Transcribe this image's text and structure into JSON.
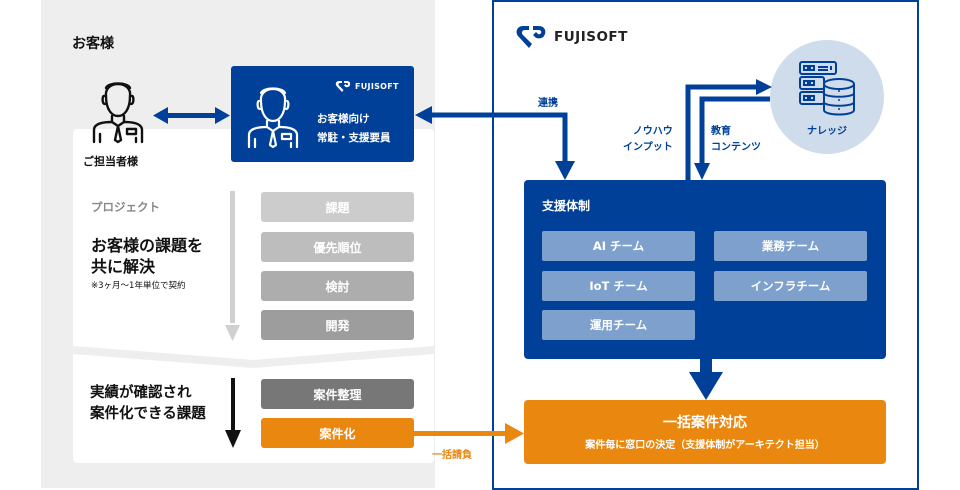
{
  "customer_panel": {
    "title": "お客様",
    "contact_person_label": "ご担当者様",
    "staff_card": {
      "logo_text": "FUJISOFT",
      "line1": "お客様向け",
      "line2": "常駐・支援要員"
    },
    "project": {
      "label": "プロジェクト",
      "heading_line1": "お客様の課題を",
      "heading_line2": "共に解決",
      "note": "※3ヶ月〜1年単位で契約",
      "steps": [
        "課題",
        "優先順位",
        "検討",
        "開発"
      ]
    },
    "result": {
      "heading_line1": "実績が確認され",
      "heading_line2": "案件化できる課題",
      "steps": [
        "案件整理",
        "案件化"
      ]
    },
    "contract_label": "一括請負"
  },
  "fujisoft_panel": {
    "logo_text": "FUJISOFT",
    "link_label": "連携",
    "knowhow_line1": "ノウハウ",
    "knowhow_line2": "インプット",
    "edu_line1": "教育",
    "edu_line2": "コンテンツ",
    "knowledge_label": "ナレッジ",
    "support": {
      "title": "支援体制",
      "teams": [
        "AI チーム",
        "業務チーム",
        "IoT チーム",
        "インフラチーム",
        "運用チーム"
      ]
    },
    "bulk": {
      "title": "一括案件対応",
      "subtitle": "案件毎に窓口の決定（支援体制がアーキテクト担当）"
    }
  },
  "colors": {
    "brand_blue": "#004098",
    "accent_orange": "#ea870f",
    "team_blue": "#7ea0cc",
    "knowledge_circle": "#cfdcec",
    "panel_grey": "#eeeeee"
  }
}
